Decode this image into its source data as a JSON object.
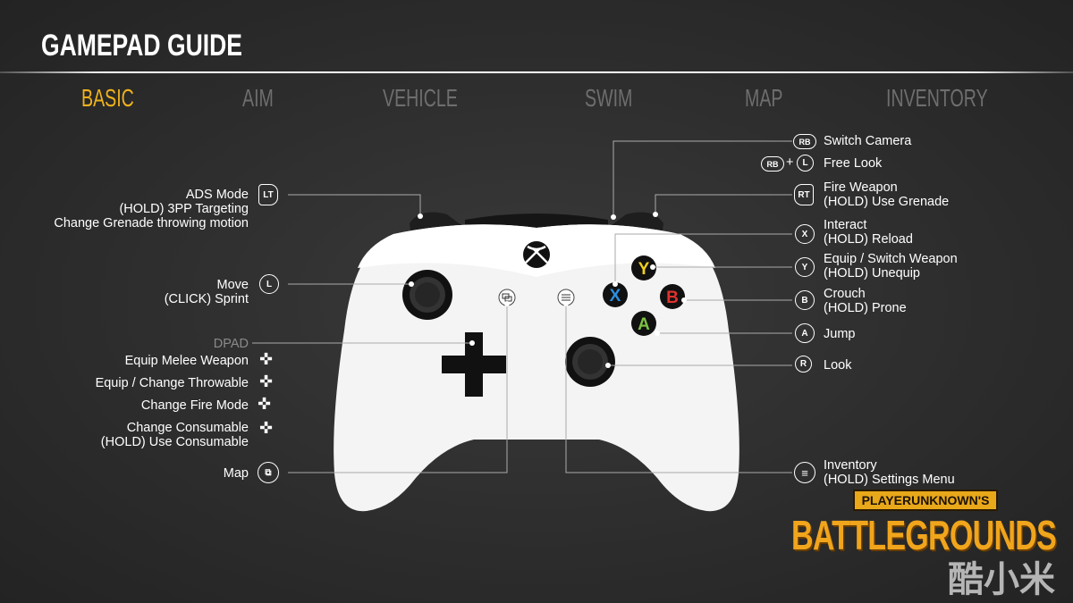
{
  "header": {
    "title": "GAMEPAD GUIDE"
  },
  "tabs": [
    {
      "label": "BASIC",
      "active": true
    },
    {
      "label": "AIM"
    },
    {
      "label": "VEHICLE"
    },
    {
      "label": "SWIM"
    },
    {
      "label": "MAP"
    },
    {
      "label": "INVENTORY"
    }
  ],
  "colors": {
    "accent": "#f0b21c",
    "y": "#f2d01e",
    "x": "#2b8ee0",
    "b": "#e0322e",
    "a": "#7cc242"
  },
  "left": {
    "lt": {
      "icon": "LT",
      "lines": [
        "ADS Mode",
        "(HOLD) 3PP Targeting",
        "Change Grenade throwing motion"
      ]
    },
    "ls": {
      "icon": "L",
      "lines": [
        "Move",
        "(CLICK) Sprint"
      ]
    },
    "dpad": {
      "title": "DPAD",
      "items": [
        "Equip Melee Weapon",
        "Equip / Change Throwable",
        "Change Fire Mode"
      ],
      "consumable": [
        "Change Consumable",
        "(HOLD) Use Consumable"
      ]
    },
    "view": {
      "label": "Map"
    }
  },
  "right": {
    "rb": {
      "icon": "RB",
      "label": "Switch Camera"
    },
    "freelook": {
      "icon1": "RB",
      "plus": "+",
      "icon2": "L",
      "label": "Free Look"
    },
    "rt": {
      "icon": "RT",
      "lines": [
        "Fire Weapon",
        "(HOLD) Use Grenade"
      ]
    },
    "x": {
      "icon": "X",
      "lines": [
        "Interact",
        "(HOLD) Reload"
      ]
    },
    "y": {
      "icon": "Y",
      "lines": [
        "Equip / Switch Weapon",
        "(HOLD) Unequip"
      ]
    },
    "b": {
      "icon": "B",
      "lines": [
        "Crouch",
        "(HOLD) Prone"
      ]
    },
    "a": {
      "icon": "A",
      "label": "Jump"
    },
    "rs": {
      "icon": "R",
      "label": "Look"
    },
    "menu": {
      "lines": [
        "Inventory",
        "(HOLD) Settings Menu"
      ]
    }
  },
  "controller": {
    "face": {
      "y": "Y",
      "x": "X",
      "b": "B",
      "a": "A"
    }
  },
  "logo": {
    "top": "PLAYERUNKNOWN'S",
    "main": "BATTLEGROUNDS"
  },
  "watermark": "酷小米"
}
